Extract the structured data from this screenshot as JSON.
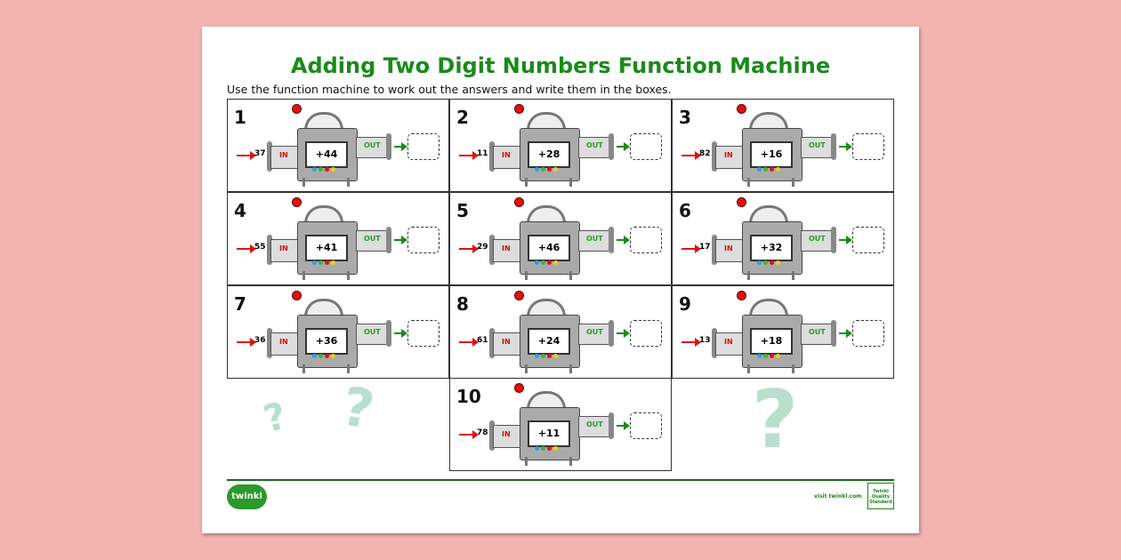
{
  "title": "Adding Two Digit Numbers Function Machine",
  "instructions": "Use the function machine to work out the answers and write them in the boxes.",
  "machine_labels": {
    "in": "IN",
    "out": "OUT"
  },
  "questions": [
    {
      "number": "1",
      "input": "37",
      "rule": "+44"
    },
    {
      "number": "2",
      "input": "11",
      "rule": "+28"
    },
    {
      "number": "3",
      "input": "82",
      "rule": "+16"
    },
    {
      "number": "4",
      "input": "55",
      "rule": "+41"
    },
    {
      "number": "5",
      "input": "29",
      "rule": "+46"
    },
    {
      "number": "6",
      "input": "17",
      "rule": "+32"
    },
    {
      "number": "7",
      "input": "36",
      "rule": "+36"
    },
    {
      "number": "8",
      "input": "61",
      "rule": "+24"
    },
    {
      "number": "9",
      "input": "13",
      "rule": "+18"
    },
    {
      "number": "10",
      "input": "78",
      "rule": "+11"
    }
  ],
  "decor": {
    "question_mark": "?"
  },
  "footer": {
    "logo": "twinkl",
    "visit": "visit twinkl.com",
    "badge": "Twinkl Quality Standard"
  },
  "colors": {
    "title": "#1a8a1a",
    "background": "#f3b3b0"
  }
}
